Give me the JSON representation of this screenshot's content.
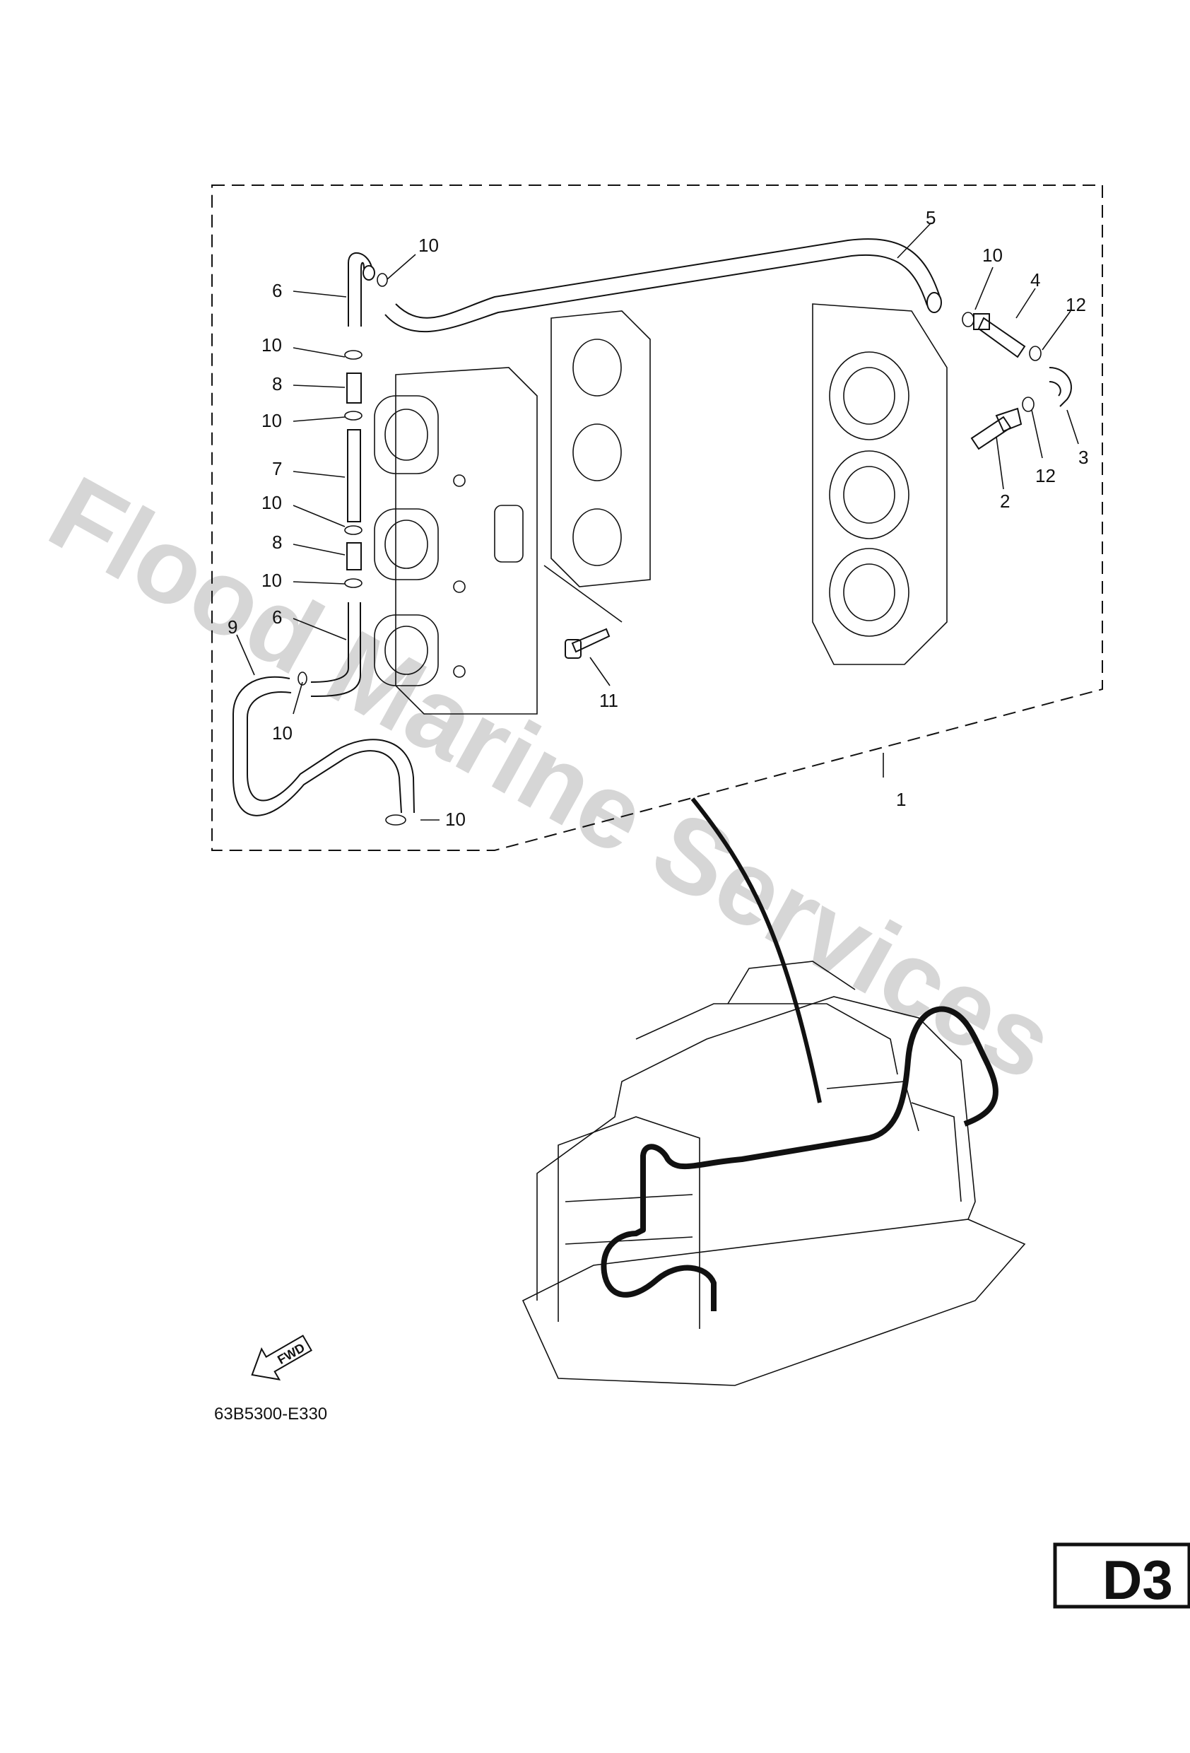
{
  "watermark": "Flood Marine Services",
  "part_code": "63B5300-E330",
  "page_id": "D3",
  "fwd_label": "FWD",
  "callouts": {
    "c1": "1",
    "c2": "2",
    "c3": "3",
    "c4": "4",
    "c5": "5",
    "c6a": "6",
    "c6b": "6",
    "c7": "7",
    "c8a": "8",
    "c8b": "8",
    "c9": "9",
    "c10a": "10",
    "c10b": "10",
    "c10c": "10",
    "c10d": "10",
    "c10e": "10",
    "c10f": "10",
    "c10g": "10",
    "c10h": "10",
    "c11": "11",
    "c12a": "12",
    "c12b": "12"
  }
}
